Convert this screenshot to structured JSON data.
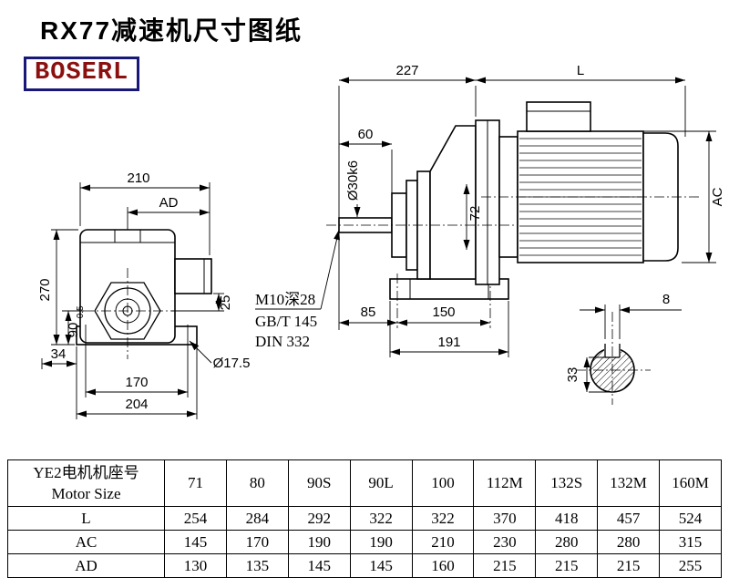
{
  "header": {
    "title": "RX77减速机尺寸图纸",
    "brand": "BOSERL"
  },
  "front_view": {
    "w210": "210",
    "ad": "AD",
    "h270": "270",
    "h90": "90",
    "h90_tol": "-0.5",
    "d34": "34",
    "d25": "25",
    "hole": "Ø17.5",
    "d170": "170",
    "d204": "204"
  },
  "side_view": {
    "d227": "227",
    "L": "L",
    "d60": "60",
    "shaft": "Ø30k6",
    "d72": "72",
    "tap": "M10深28",
    "std1": "GB/T 145",
    "std2": "DIN 332",
    "d85": "85",
    "d150": "150",
    "d191": "191",
    "ac": "AC"
  },
  "shaft_view": {
    "key_w": "8",
    "key_h": "33"
  },
  "table": {
    "row_label_cn": "YE2电机机座号",
    "row_label_en": "Motor Size",
    "sizes": [
      "71",
      "80",
      "90S",
      "90L",
      "100",
      "112M",
      "132S",
      "132M",
      "160M"
    ],
    "rows": [
      {
        "label": "L",
        "values": [
          "254",
          "284",
          "292",
          "322",
          "322",
          "370",
          "418",
          "457",
          "524"
        ]
      },
      {
        "label": "AC",
        "values": [
          "145",
          "170",
          "190",
          "190",
          "210",
          "230",
          "280",
          "280",
          "315"
        ]
      },
      {
        "label": "AD",
        "values": [
          "130",
          "135",
          "145",
          "145",
          "160",
          "215",
          "215",
          "215",
          "255"
        ]
      }
    ]
  },
  "colors": {
    "line": "#000000",
    "brand_text": "#8b1111",
    "brand_border": "#181878"
  }
}
